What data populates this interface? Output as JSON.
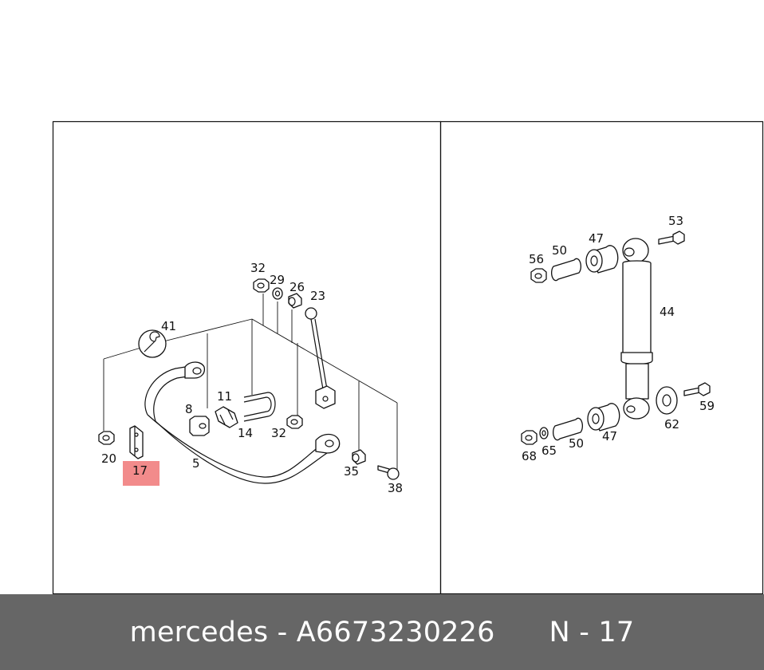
{
  "labels": {
    "l41": "41",
    "l32a": "32",
    "l29": "29",
    "l26": "26",
    "l23": "23",
    "l11": "11",
    "l8": "8",
    "l14": "14",
    "l32b": "32",
    "l20": "20",
    "l17": "17",
    "l5": "5",
    "l35": "35",
    "l38": "38",
    "l53": "53",
    "l56": "56",
    "l50a": "50",
    "l47a": "47",
    "l44": "44",
    "l59": "59",
    "l62": "62",
    "l68": "68",
    "l65": "65",
    "l50b": "50",
    "l47b": "47"
  },
  "highlight_color": "#f28b8b",
  "footer": {
    "brand": "mercedes",
    "separator": " - ",
    "part_number": "A6673230226",
    "position": "N - 17"
  }
}
